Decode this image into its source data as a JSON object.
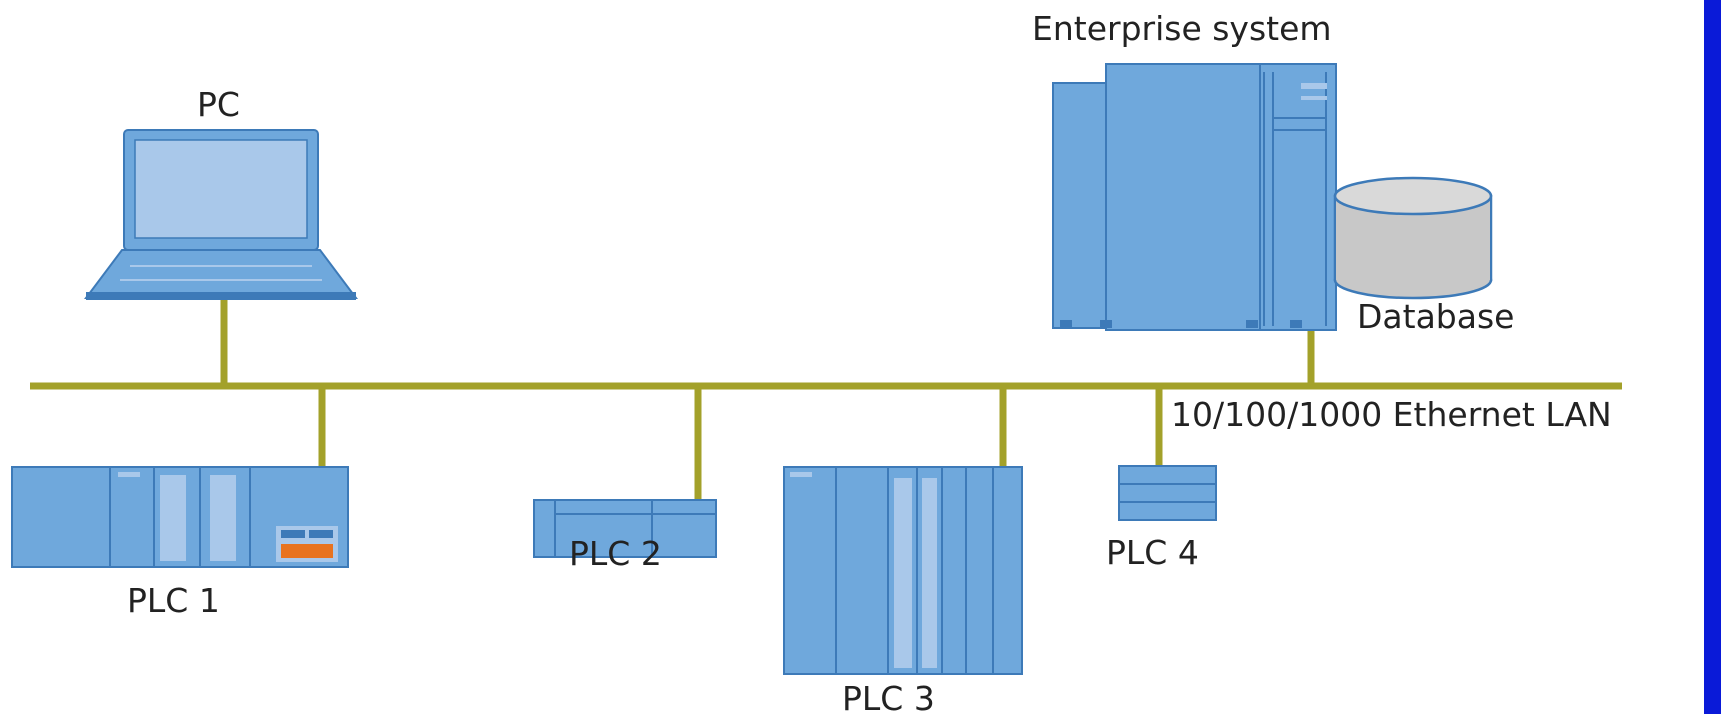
{
  "nodes": {
    "pc": {
      "label": "PC"
    },
    "enterprise": {
      "label": "Enterprise system"
    },
    "database": {
      "label": "Database"
    },
    "plc1": {
      "label": "PLC 1"
    },
    "plc2": {
      "label": "PLC 2"
    },
    "plc3": {
      "label": "PLC 3"
    },
    "plc4": {
      "label": "PLC 4"
    }
  },
  "network": {
    "label": "10/100/1000 Ethernet LAN"
  },
  "colors": {
    "device_fill": "#6fa8dc",
    "device_stroke": "#3d7ab8",
    "device_light": "#a9c8ea",
    "cable": "#a3a12a",
    "database_fill": "#c8c8c8",
    "accent_orange": "#e8731f",
    "edge_bar": "#0a1ad8"
  }
}
